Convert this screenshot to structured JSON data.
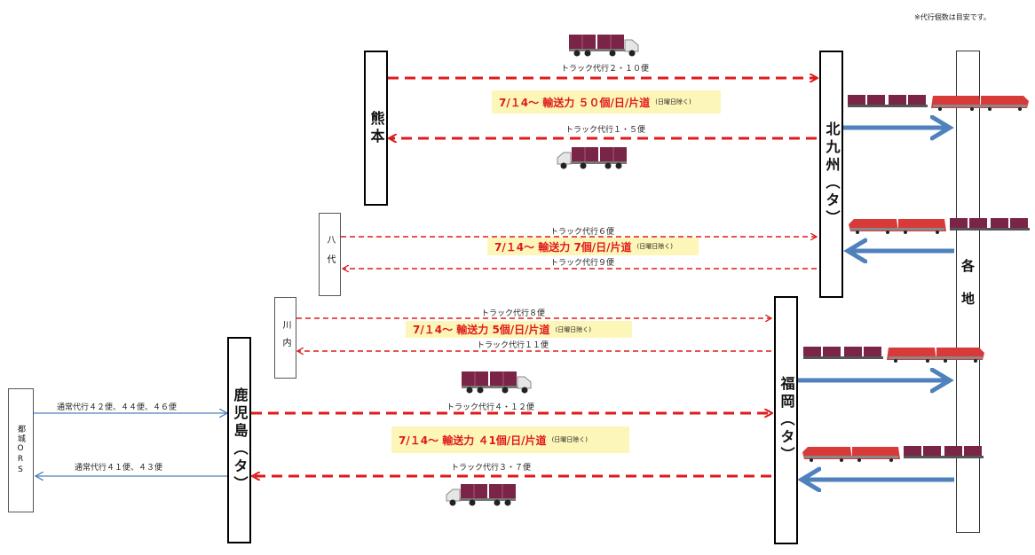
{
  "note": "※代行個数は目安です。",
  "stations": {
    "kumamoto": "熊本",
    "kitakyushu": "北九州（タ）",
    "yatsushiro": "八代",
    "sendai": "川内",
    "kagoshima": "鹿児島（タ）",
    "fukuoka": "福岡（タ）",
    "miyakonojo": "都城ORS",
    "kakuchi": "各地"
  },
  "routes": {
    "kumamoto_out": "トラック代行２・１０便",
    "kumamoto_in": "トラック代行１・５便",
    "yatsushiro_out": "トラック代行６便",
    "yatsushiro_in": "トラック代行９便",
    "sendai_out": "トラック代行８便",
    "sendai_in": "トラック代行１１便",
    "kagoshima_out": "トラック代行４・１２便",
    "kagoshima_in": "トラック代行３・７便",
    "miyakonojo_out": "通常代行４２便、４４便、４６便",
    "miyakonojo_in": "通常代行４１便、４３便"
  },
  "banners": {
    "kumamoto": "7/１4～ 輸送力 ５０個/日/片道",
    "yatsushiro": "7/１4～ 輸送力 7個/日/片道",
    "sendai": "7/１4～ 輸送力 5個/日/片道",
    "kagoshima": "7/１4～ 輸送力 ４1個/日/片道",
    "sub": "(日曜日除く)"
  },
  "icons": {
    "truck": "container-truck-icon",
    "train": "freight-train-icon"
  },
  "colors": {
    "dashed_arrow": "#e01a1a",
    "blue_arrow": "#4f81bd",
    "thin_arrow": "#4f81bd",
    "banner_bg": "#fdf6b9",
    "container": "#7a2448",
    "locomotive": "#d83a3a"
  }
}
